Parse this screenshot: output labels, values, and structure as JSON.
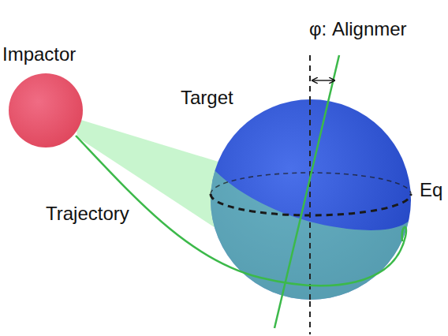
{
  "diagram": {
    "labels": [
      "Impactor",
      "φ: Alignmer",
      "Target",
      "Eq",
      "Trajectory"
    ]
  }
}
